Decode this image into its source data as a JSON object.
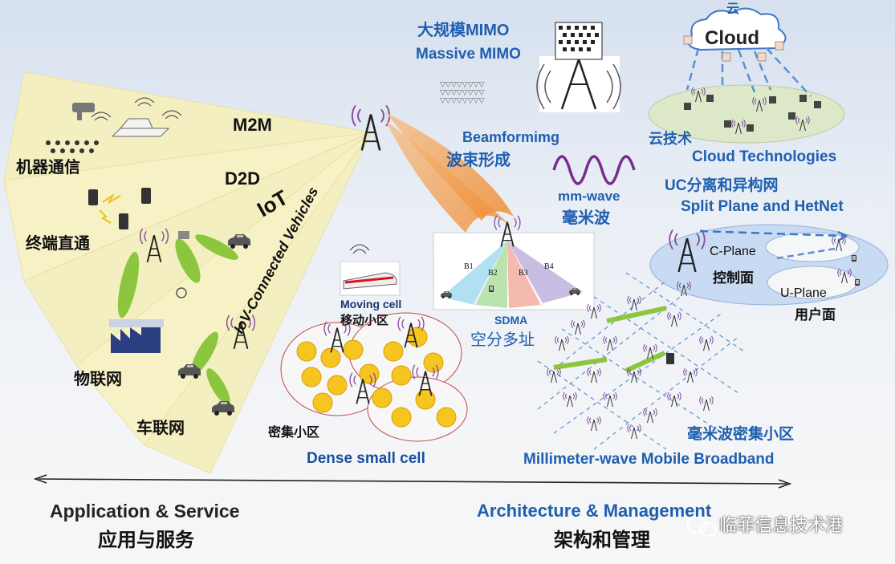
{
  "colors": {
    "fan": "#f7f2c6",
    "title_blue": "#1f5fb0",
    "ellipse_green": "#dce8c8",
    "plane_blue": "#c8dbf2",
    "beam_orange": "#f2a35a",
    "leaf_green": "#8cc63f",
    "wave_purple": "#7a2c8c",
    "cell_yellow": "#f6c51f"
  },
  "left_fan": {
    "labels": {
      "m2m": "M2M",
      "d2d": "D2D",
      "iot": "IoT",
      "iov": "IoV-Connected Vehicles"
    },
    "cn": {
      "machine": "机器通信",
      "terminal": "终端直通",
      "iot": "物联网",
      "vehicle": "车联网"
    }
  },
  "mimo": {
    "cn": "大规模MIMO",
    "en": "Massive MIMO"
  },
  "beamforming": {
    "en": "Beamformimg",
    "cn": "波束形成"
  },
  "cloud": {
    "cn": "云",
    "en": "Cloud",
    "tech_cn": "云技术",
    "tech_en": "Cloud Technologies"
  },
  "mmwave": {
    "en": "mm-wave",
    "cn": "毫米波"
  },
  "split": {
    "cn": "UC分离和异构网",
    "en": "Split Plane and HetNet",
    "cplane": "C-Plane",
    "cplane_cn": "控制面",
    "uplane": "U-Plane",
    "uplane_cn": "用户面"
  },
  "sdma": {
    "en": "SDMA",
    "cn": "空分多址",
    "beams": [
      "B1",
      "B2",
      "B3",
      "B4"
    ]
  },
  "moving": {
    "en": "Moving cell",
    "cn": "移动小区"
  },
  "dense": {
    "cn": "密集小区",
    "en": "Dense small cell"
  },
  "mmw_broadband": {
    "cn": "毫米波密集小区",
    "en": "Millimeter-wave Mobile Broadband"
  },
  "bottom": {
    "left_en": "Application & Service",
    "left_cn": "应用与服务",
    "right_en": "Architecture & Management",
    "right_cn": "架构和管理"
  },
  "watermark": "临菲信息技术港"
}
